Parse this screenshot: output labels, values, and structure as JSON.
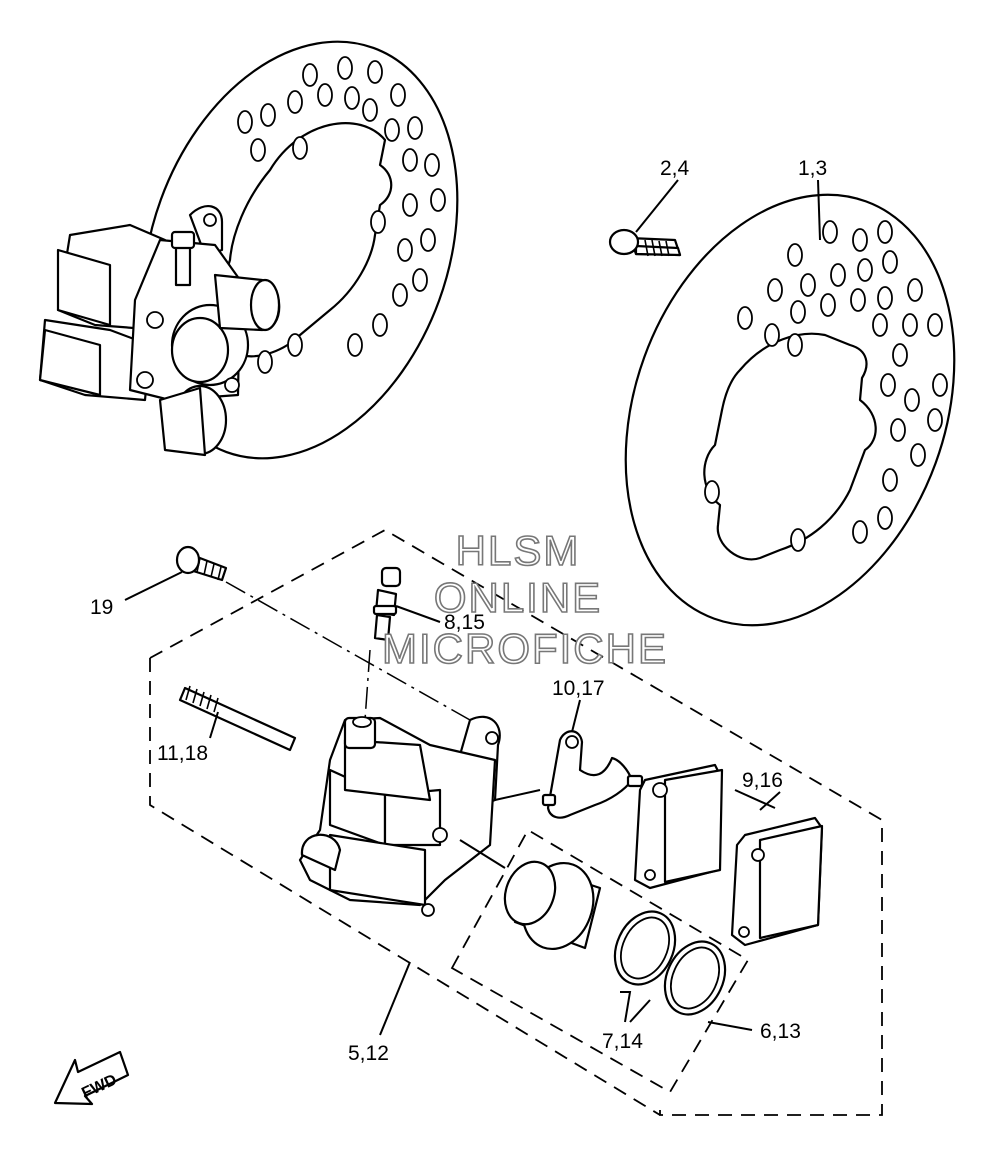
{
  "callouts": {
    "c_2_4": "2,4",
    "c_1_3": "1,3",
    "c_19": "19",
    "c_8_15": "8,15",
    "c_10_17": "10,17",
    "c_11_18": "11,18",
    "c_9_16": "9,16",
    "c_5_12": "5,12",
    "c_7_14": "7,14",
    "c_6_13": "6,13"
  },
  "watermark": {
    "line1": "HLSM",
    "line2": "ONLINE",
    "line3": "MICROFICHE"
  },
  "fwd_label": "FWD"
}
